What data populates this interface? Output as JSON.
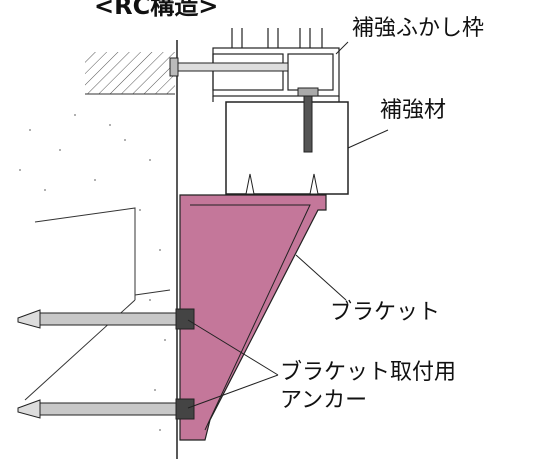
{
  "header_fragment": "<RC構造>",
  "labels": {
    "reinforcement_frame": "補強ふかし枠",
    "reinforcement_member": "補強材",
    "bracket": "ブラケット",
    "bracket_anchor_line1": "ブラケット取付用",
    "bracket_anchor_line2": "アンカー"
  },
  "colors": {
    "bracket_fill": "#c4779a",
    "line": "#222222",
    "hatch": "#555555",
    "background": "#ffffff"
  }
}
